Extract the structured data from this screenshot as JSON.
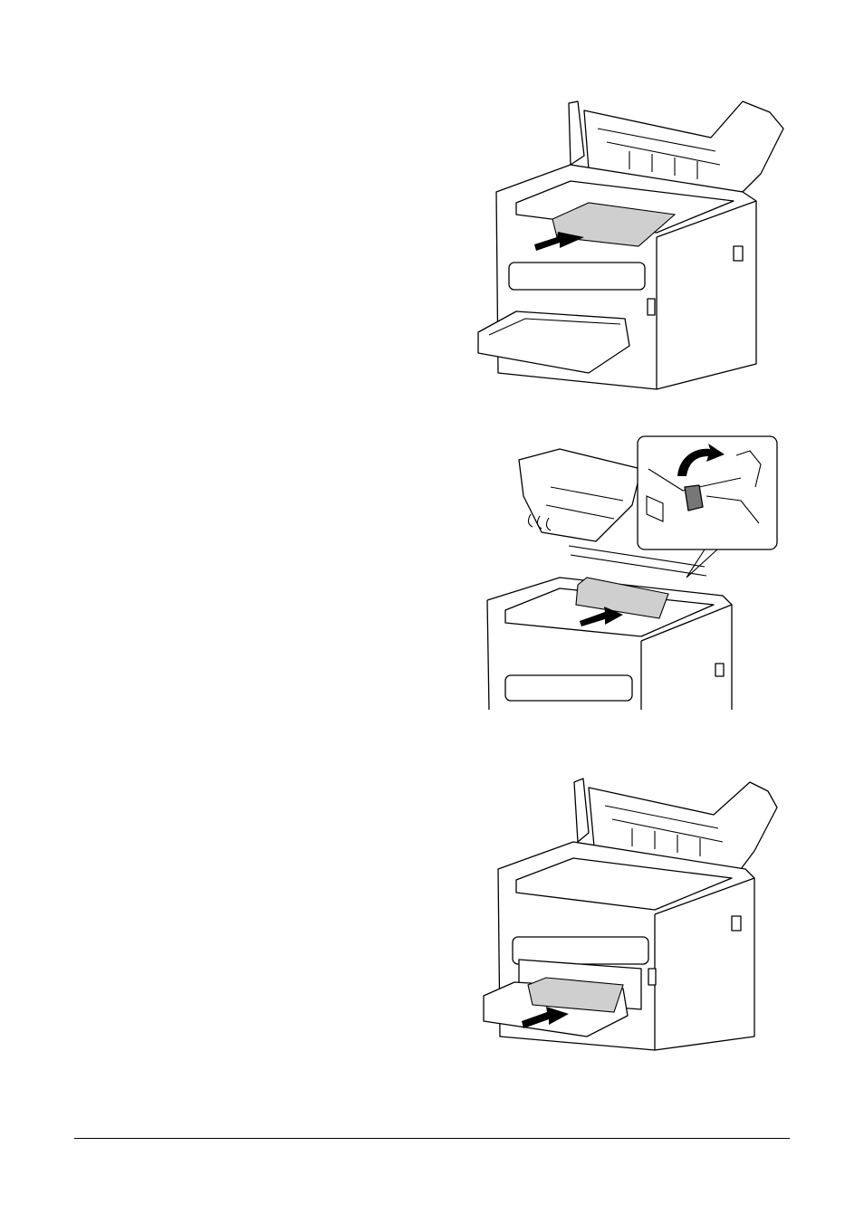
{
  "figures": [
    {
      "id": "fig1",
      "depicts": "printer-remove-jammed-paper-from-top"
    },
    {
      "id": "fig2",
      "depicts": "printer-lever-lift-and-remove-paper-from-fuser"
    },
    {
      "id": "fig3",
      "depicts": "printer-remove-paper-from-front-tray"
    }
  ],
  "colors": {
    "paper": "#cfcfcf",
    "line": "#000000",
    "background": "#ffffff"
  }
}
